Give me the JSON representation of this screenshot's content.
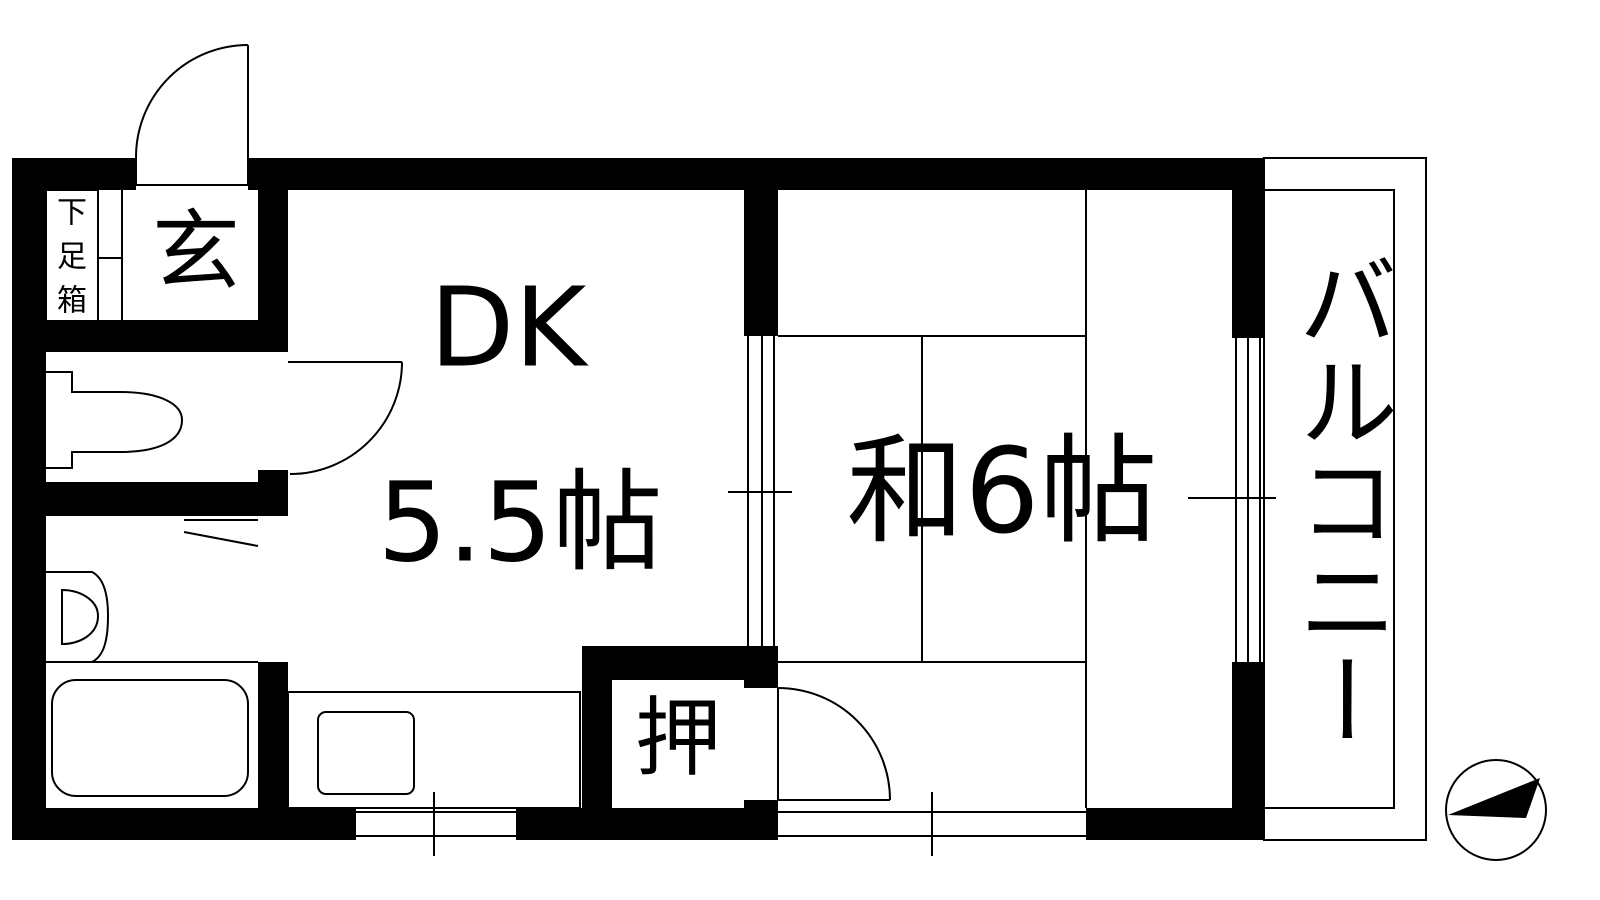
{
  "labels": {
    "genkan": "玄",
    "shoe_box": "下足箱",
    "dk_name": "DK",
    "dk_size": "5.5帖",
    "washitsu": "和6帖",
    "oshiire": "押",
    "balcony": "バルコニー"
  },
  "colors": {
    "wall": "#000000",
    "line": "#000000",
    "background": "#ffffff"
  },
  "icons": {
    "compass": "north-arrow-icon",
    "toilet": "toilet-icon",
    "washbasin": "washbasin-icon",
    "bathtub": "bathtub-icon",
    "sink": "kitchen-sink-icon"
  }
}
